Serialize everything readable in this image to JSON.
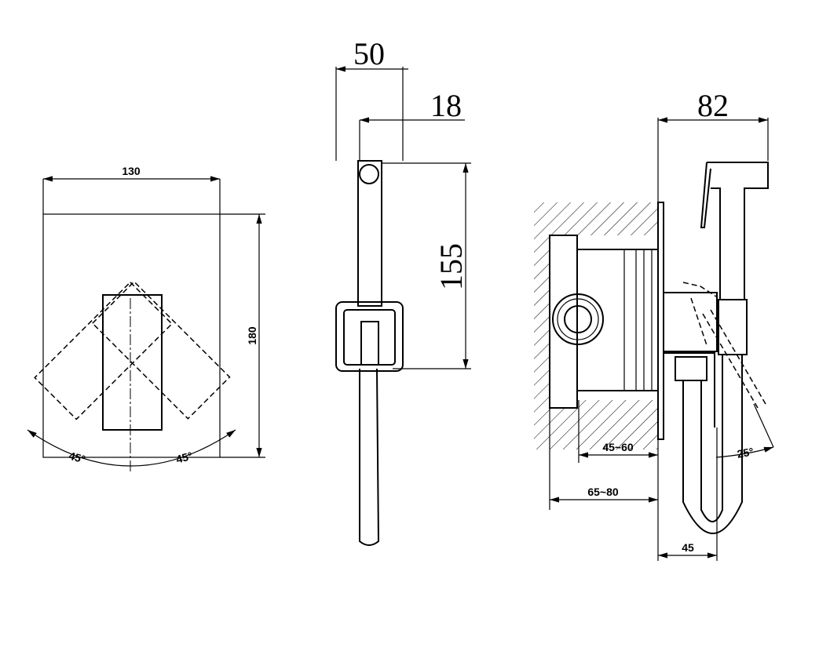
{
  "front_view": {
    "width_label": "130",
    "height_label": "180",
    "angle_left": "45°",
    "angle_right": "45°"
  },
  "side_view": {
    "depth_label": "50",
    "bar_label": "18",
    "height_label": "155"
  },
  "section_view": {
    "depth_label": "82",
    "box_min_label": "45~60",
    "box_max_label": "65~80",
    "hose_label": "45",
    "angle_label": "25°"
  }
}
